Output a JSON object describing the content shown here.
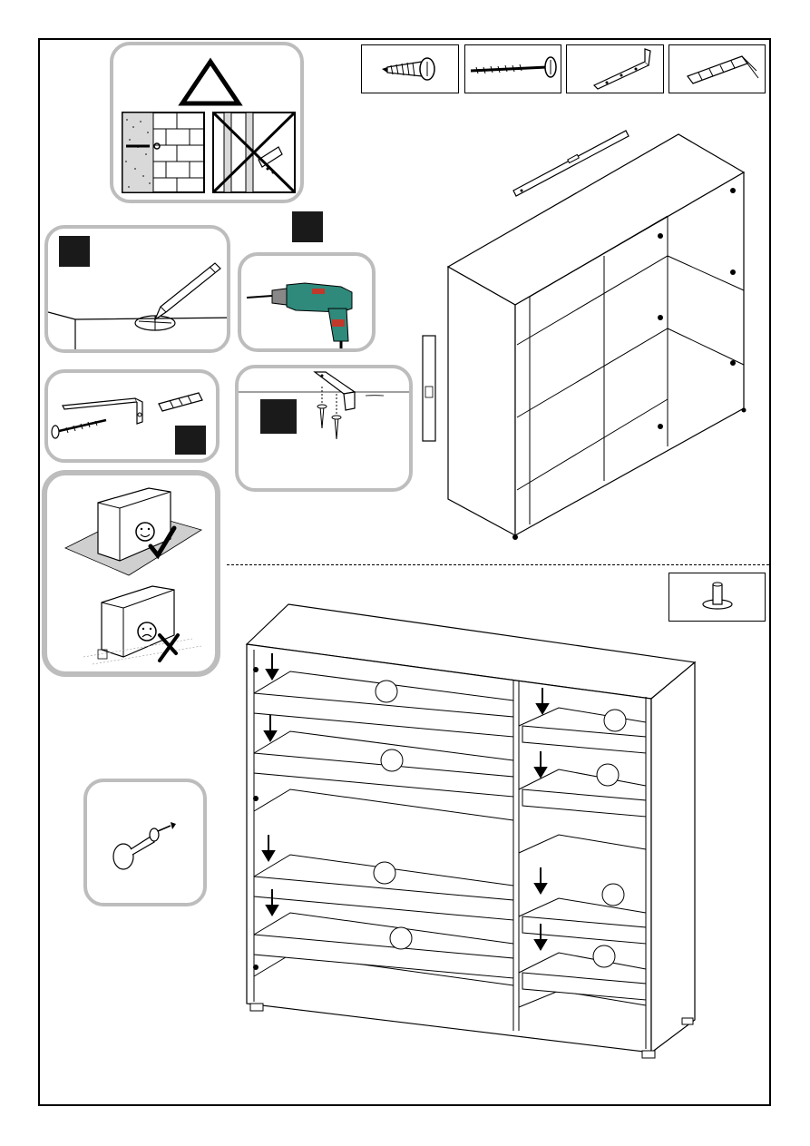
{
  "page": {
    "accent_green": "#2f8a7c",
    "accent_red": "#c0392b",
    "panel_border_color": "#bdbdbd",
    "ink_color": "#111111"
  },
  "icons": {
    "warning": "warning-triangle-icon",
    "ok": "smiley-face-icon",
    "not_ok": "sad-face-icon",
    "check": "check-mark-icon",
    "cross": "cross-mark-icon",
    "arrow": "down-arrow-icon"
  },
  "parts": [
    {
      "id": "wood-screw",
      "icon": "wood-screw-icon"
    },
    {
      "id": "long-screw",
      "icon": "long-screw-icon"
    },
    {
      "id": "angle-bracket",
      "icon": "angle-bracket-icon"
    },
    {
      "id": "wall-plug",
      "icon": "wall-plug-icon"
    }
  ],
  "foot_part": {
    "icon": "furniture-foot-icon"
  },
  "knob_part": {
    "icon": "knob-icon"
  }
}
